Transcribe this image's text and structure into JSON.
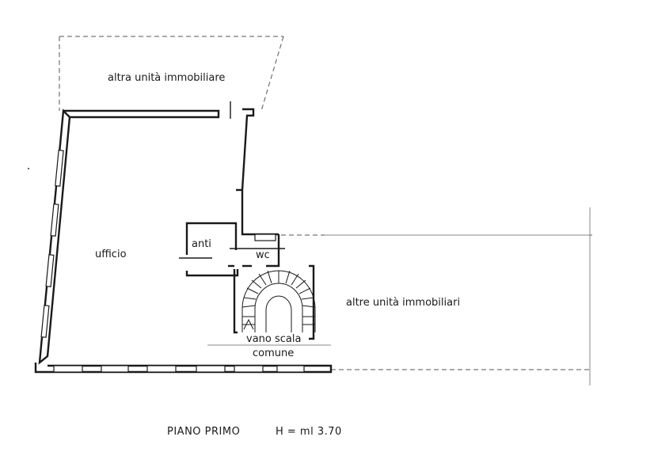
{
  "labels": {
    "other_unit_top": "altra unità immobiliare",
    "office": "ufficio",
    "anteroom": "anti",
    "wc": "wc",
    "other_units_right": "altre unità immobiliari",
    "stairwell_line1": "vano scala",
    "stairwell_line2": "comune"
  },
  "footer": {
    "floor_name": "PIANO PRIMO",
    "height": "H = ml  3.70"
  }
}
